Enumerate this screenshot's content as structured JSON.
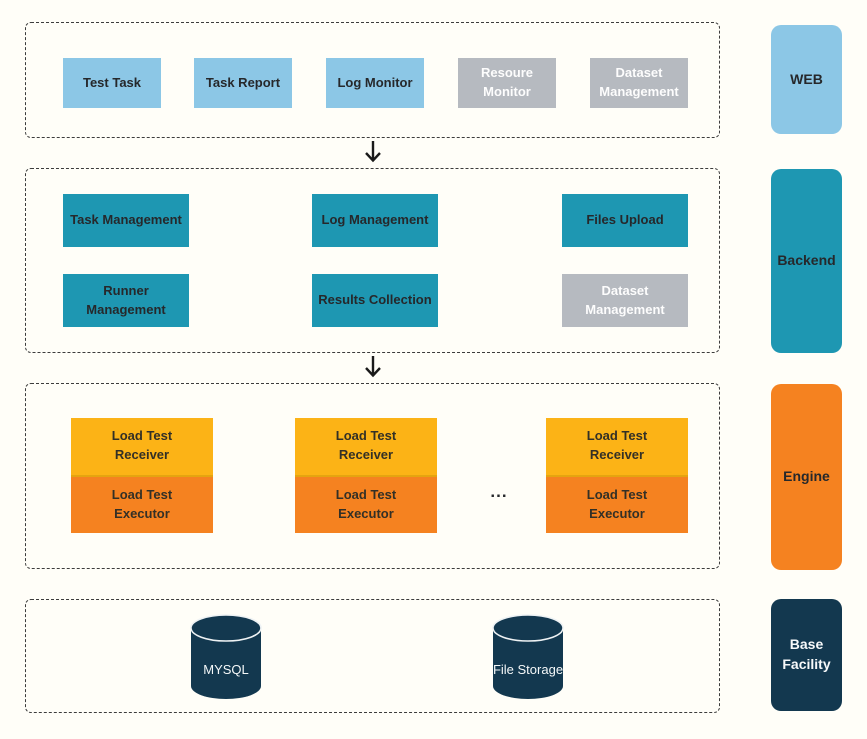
{
  "web_layer": {
    "side_label": "WEB",
    "boxes": [
      {
        "label": "Test Task"
      },
      {
        "label": "Task Report"
      },
      {
        "label": "Log Monitor"
      },
      {
        "label": "Resoure Monitor"
      },
      {
        "label": "Dataset Management"
      }
    ]
  },
  "backend_layer": {
    "side_label": "Backend",
    "boxes": [
      {
        "label": "Task Management"
      },
      {
        "label": "Log Management"
      },
      {
        "label": "Files Upload"
      },
      {
        "label": "Runner Management"
      },
      {
        "label": "Results Collection"
      },
      {
        "label": "Dataset Management"
      }
    ]
  },
  "engine_layer": {
    "side_label": "Engine",
    "ellipsis": "...",
    "stacks": [
      {
        "receiver": "Load Test Receiver",
        "executor": "Load Test Executor"
      },
      {
        "receiver": "Load Test Receiver",
        "executor": "Load Test Executor"
      },
      {
        "receiver": "Load Test Receiver",
        "executor": "Load Test Executor"
      }
    ]
  },
  "base_layer": {
    "side_label": "Base Facility",
    "stores": [
      {
        "label": "MYSQL"
      },
      {
        "label": "File Storage"
      }
    ]
  },
  "colors": {
    "web_blue": "#8cc7e6",
    "backend_teal": "#1e97b2",
    "disabled_gray": "#b6bac0",
    "receiver_amber": "#fcb316",
    "engine_orange": "#f58220",
    "base_navy": "#13384f",
    "background": "#fffef8"
  }
}
